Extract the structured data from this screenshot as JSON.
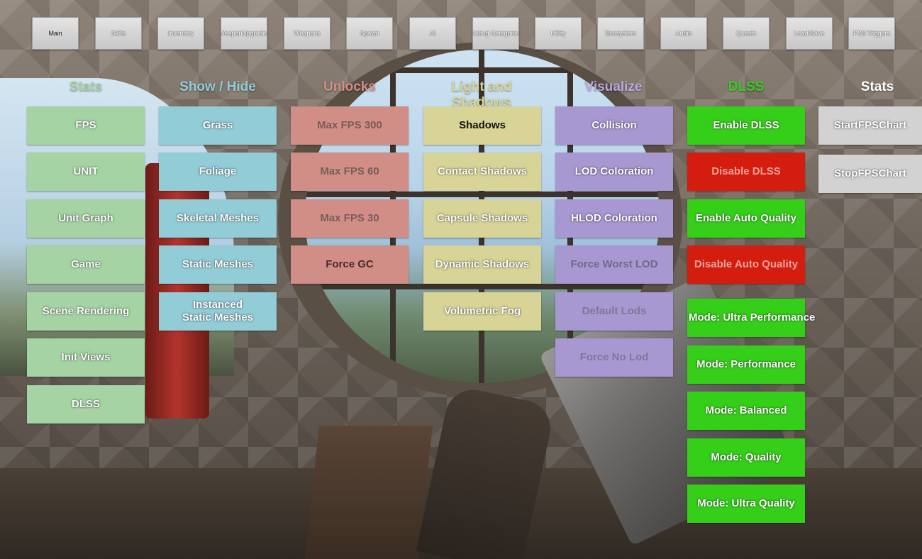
{
  "tabs": [
    {
      "label": "Main",
      "active": true
    },
    {
      "label": "Skills"
    },
    {
      "label": "Inventory"
    },
    {
      "label": "WeaponUpgrades"
    },
    {
      "label": "Weapons"
    },
    {
      "label": "Spawn"
    },
    {
      "label": "AI"
    },
    {
      "label": "Debug Categories"
    },
    {
      "label": "Utility"
    },
    {
      "label": "Ecosystem"
    },
    {
      "label": "Audio"
    },
    {
      "label": "Quests"
    },
    {
      "label": "Load/Save"
    },
    {
      "label": "PSS Triggers"
    }
  ],
  "columns": [
    {
      "title": "Stats",
      "title_color": "#a6d3a4",
      "button_color": "#a6d3a4",
      "buttons": [
        "FPS",
        "UNIT",
        "Unit Graph",
        "Game",
        "Scene Rendering",
        "Init Views",
        "DLSS"
      ]
    },
    {
      "title": "Show / Hide",
      "title_color": "#92ccd7",
      "button_color": "#92ccd7",
      "buttons": [
        "Grass",
        "Foliage",
        "Skeletal Meshes",
        "Static Meshes",
        "Instanced\nStatic Meshes"
      ]
    },
    {
      "title": "Unlocks",
      "title_color": "#d08e87",
      "button_color": "#d08e87",
      "buttons": [
        "Max FPS 300",
        "Max FPS 60",
        "Max FPS 30",
        "Force GC"
      ]
    },
    {
      "title": "Light and Shadows",
      "title_color": "#d8d497",
      "button_color": "#d8d497",
      "buttons": [
        "Shadows",
        "Contact Shadows",
        "Capsule Shadows",
        "Dynamic Shadows",
        "Volumetric Fog"
      ]
    },
    {
      "title": "Visualize",
      "title_color": "#b8a9e4",
      "button_color": "#a798d2",
      "buttons": [
        "Collision",
        "LOD Coloration",
        "HLOD Coloration",
        "Force Worst LOD",
        "Default Lods",
        "Force No Lod"
      ]
    },
    {
      "title": "DLSS",
      "title_color": "#35cf1a",
      "buttons": [
        {
          "label": "Enable DLSS",
          "color": "#35cf1a"
        },
        {
          "label": "Disable DLSS",
          "color": "#d31e0f"
        },
        {
          "label": "Enable Auto Quality",
          "color": "#35cf1a"
        },
        {
          "label": "Disable Auto Quality",
          "color": "#d31e0f"
        },
        {
          "label": "Mode: Ultra Performance",
          "color": "#35cf1a"
        },
        {
          "label": "Mode: Performance",
          "color": "#35cf1a"
        },
        {
          "label": "Mode: Balanced",
          "color": "#35cf1a"
        },
        {
          "label": "Mode: Quality",
          "color": "#35cf1a"
        },
        {
          "label": "Mode: Ultra Quality",
          "color": "#35cf1a"
        }
      ]
    },
    {
      "title": "Stats",
      "title_color": "#ffffff",
      "button_color": "#d2d2d2",
      "buttons": [
        "StartFPSChart",
        "StopFPSChart"
      ]
    }
  ]
}
